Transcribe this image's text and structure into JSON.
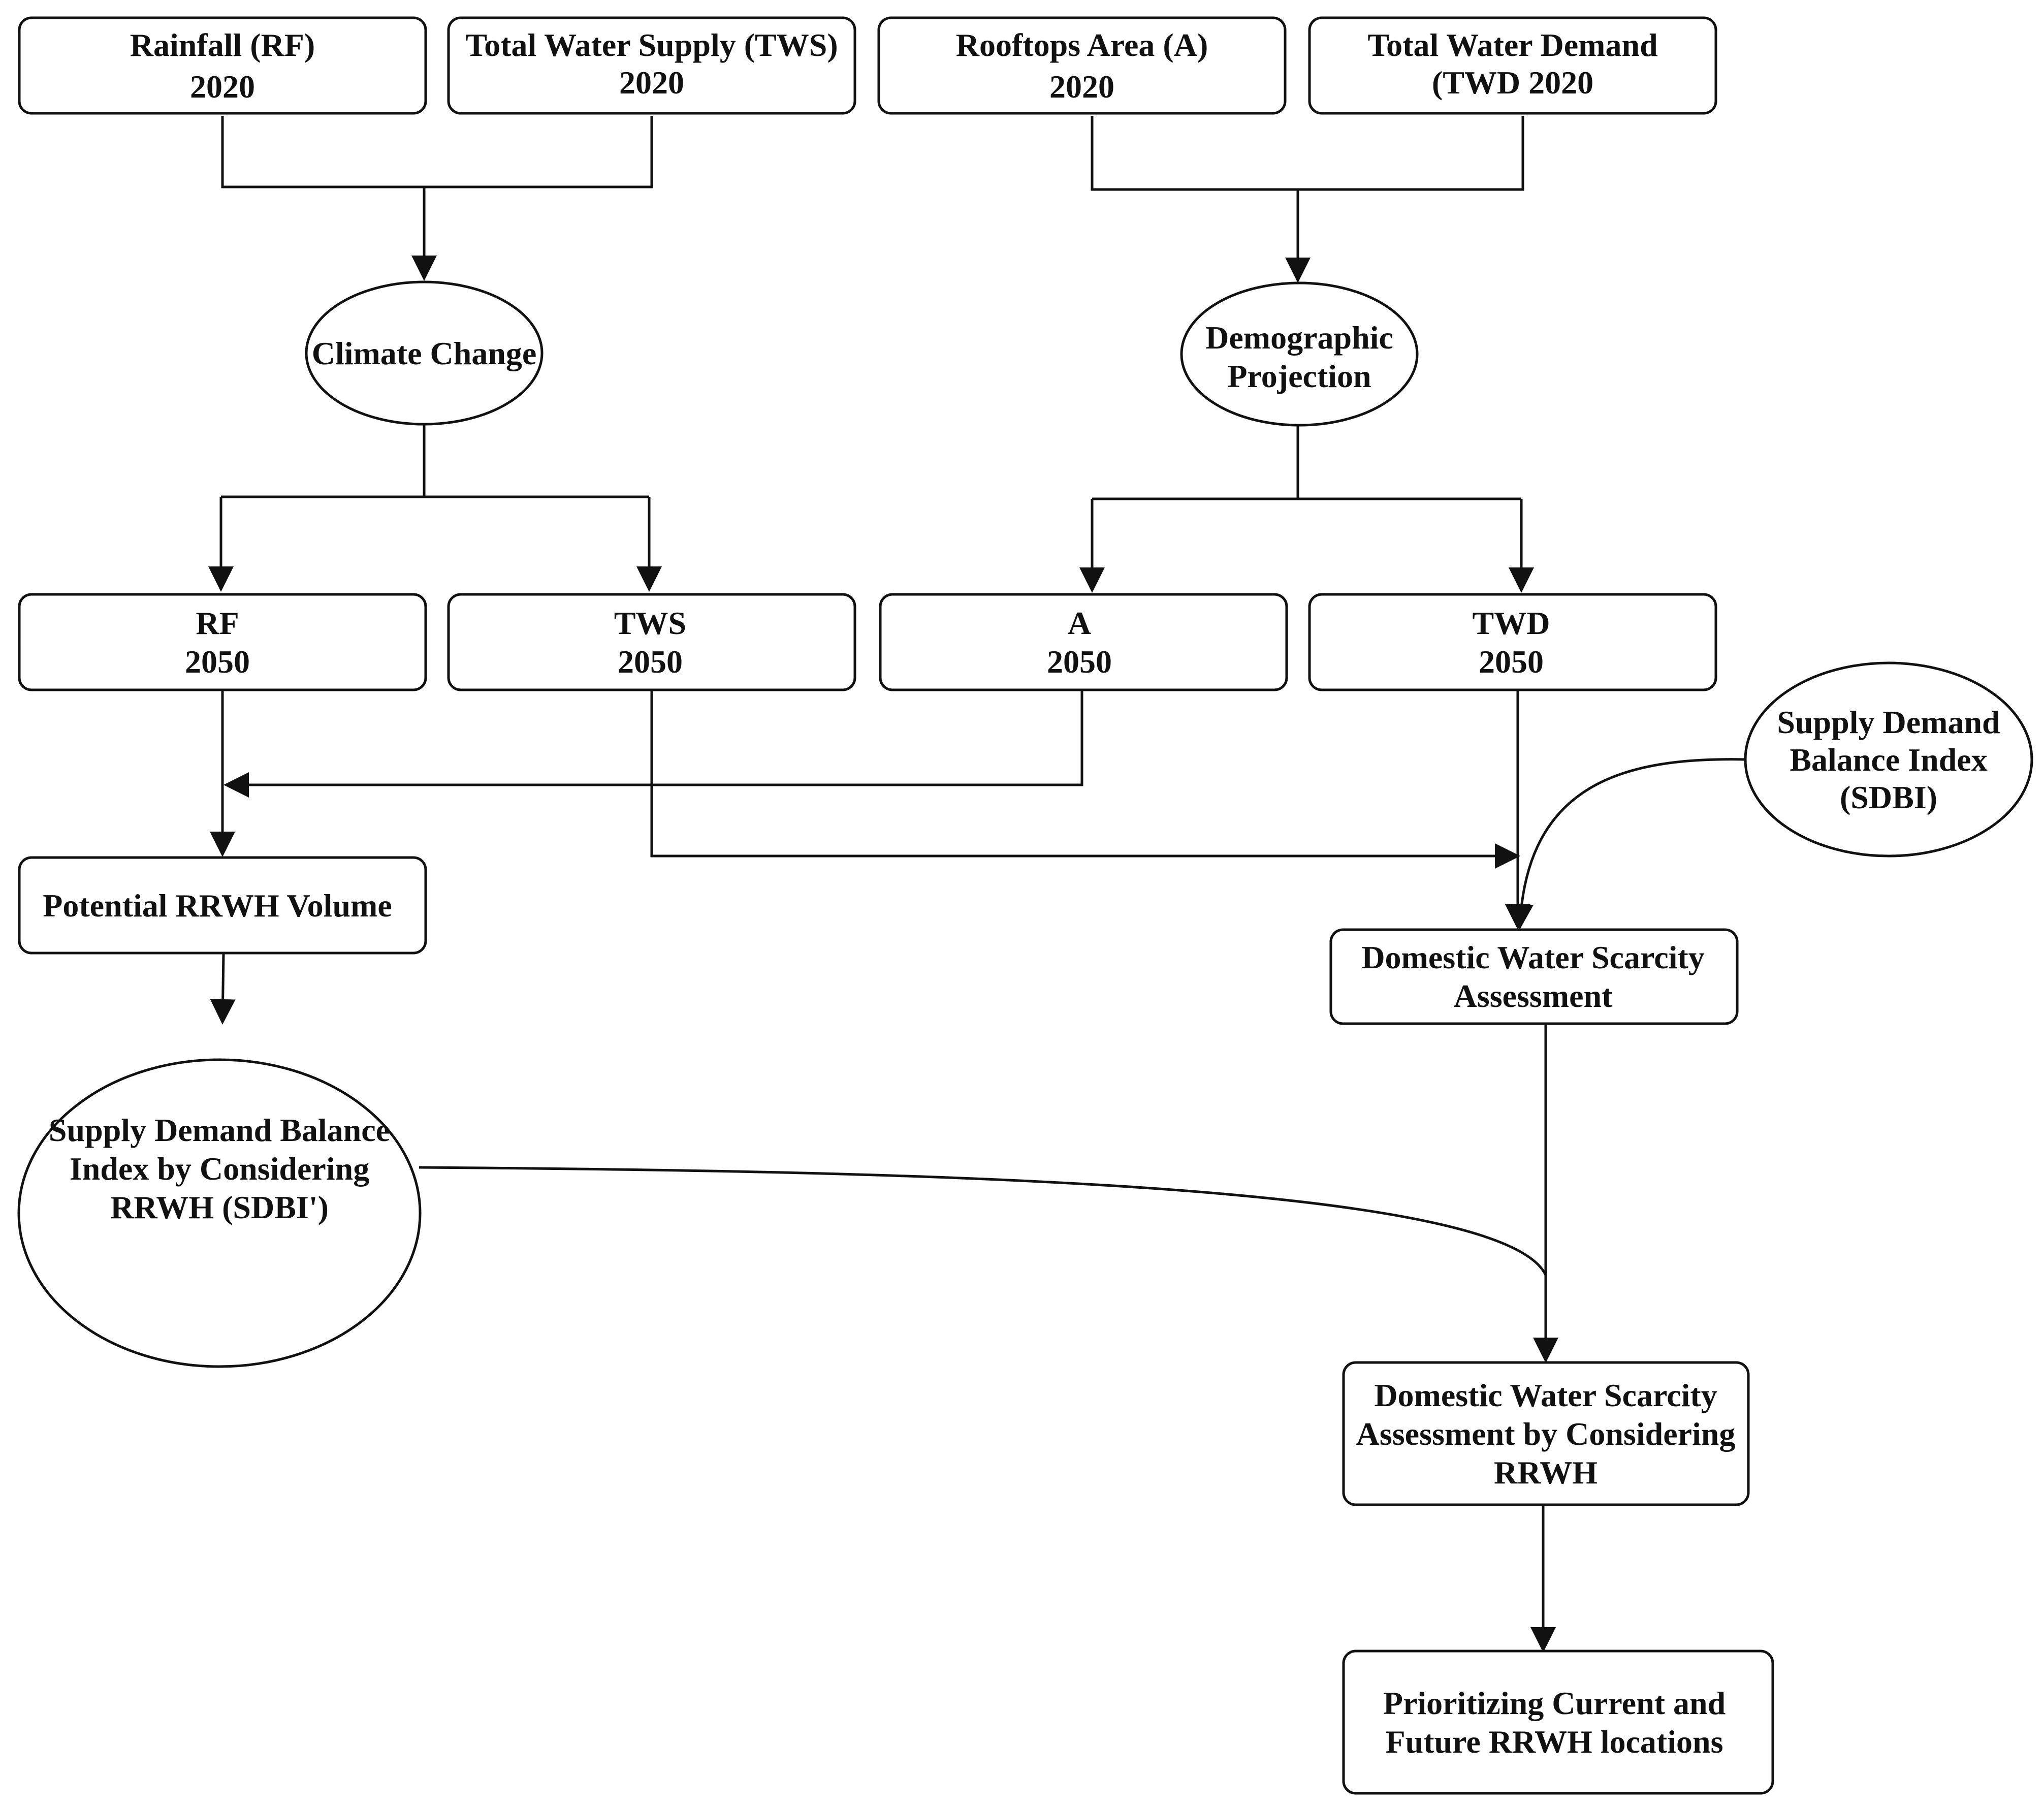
{
  "nodes": {
    "rf_2020": {
      "lines": [
        "Rainfall (RF)",
        "2020"
      ]
    },
    "tws_2020": {
      "lines": [
        "Total Water Supply (TWS)",
        "2020"
      ]
    },
    "a_2020": {
      "lines": [
        "Rooftops Area (A)",
        "2020"
      ]
    },
    "twd_2020": {
      "lines": [
        "Total Water Demand",
        "(TWD 2020"
      ]
    },
    "climate_change": {
      "lines": [
        "Climate Change"
      ]
    },
    "demographic_projection": {
      "lines": [
        "Demographic",
        "Projection"
      ]
    },
    "rf_2050": {
      "lines": [
        "RF",
        "2050"
      ]
    },
    "tws_2050": {
      "lines": [
        "TWS",
        "2050"
      ]
    },
    "a_2050": {
      "lines": [
        "A",
        "2050"
      ]
    },
    "twd_2050": {
      "lines": [
        "TWD",
        "2050"
      ]
    },
    "sdbi": {
      "lines": [
        "Supply Demand",
        "Balance Index",
        "(SDBI)"
      ]
    },
    "potential_volume": {
      "lines": [
        "Potential RRWH Volume"
      ]
    },
    "water_scarcity": {
      "lines": [
        "Domestic Water Scarcity",
        "Assessment"
      ]
    },
    "sdbi_prime": {
      "lines": [
        "Supply Demand Balance",
        "Index by Considering",
        "RRWH (SDBI')"
      ]
    },
    "water_scarcity_rrwh": {
      "lines": [
        "Domestic Water Scarcity",
        "Assessment by Considering",
        "RRWH"
      ]
    },
    "prioritizing": {
      "lines": [
        "Prioritizing Current and",
        "Future RRWH locations"
      ]
    }
  }
}
